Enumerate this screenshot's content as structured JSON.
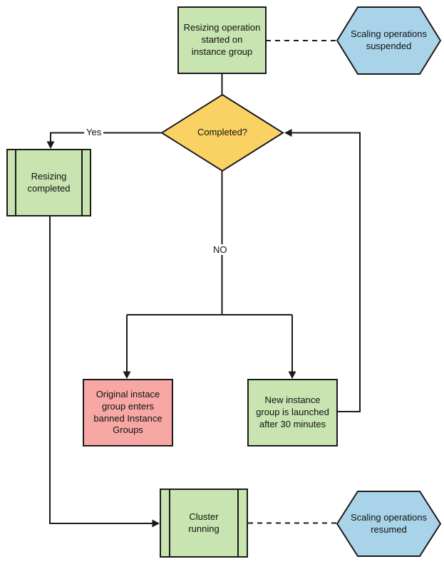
{
  "diagram": {
    "nodes": {
      "start": {
        "label": "Resizing operation\nstarted on\ninstance group",
        "shape": "process",
        "fill": "#C8E4B1"
      },
      "scaling_suspended": {
        "label": "Scaling operations\nsuspended",
        "shape": "hexagon",
        "fill": "#A9D3E8"
      },
      "decision": {
        "label": "Completed?",
        "shape": "diamond",
        "fill": "#FAD264"
      },
      "resizing_completed": {
        "label": "Resizing\ncompleted",
        "shape": "predefined-process",
        "fill": "#C8E4B1"
      },
      "banned_group": {
        "label": "Original instace\ngroup enters\nbanned Instance\nGroups",
        "shape": "process",
        "fill": "#F7A8A4"
      },
      "new_group": {
        "label": "New instance\ngroup is launched\nafter 30 minutes",
        "shape": "process",
        "fill": "#C8E4B1"
      },
      "cluster_running": {
        "label": "Cluster\nrunning",
        "shape": "predefined-process",
        "fill": "#C8E4B1"
      },
      "scaling_resumed": {
        "label": "Scaling operations\nresumed",
        "shape": "hexagon",
        "fill": "#A9D3E8"
      }
    },
    "edge_labels": {
      "yes": "Yes",
      "no": "NO"
    },
    "colors": {
      "stroke": "#1A1A1A",
      "background": "#FFFFFF",
      "green": "#C8E4B1",
      "blue": "#A9D3E8",
      "yellow": "#FAD264",
      "pink": "#F7A8A4"
    }
  }
}
